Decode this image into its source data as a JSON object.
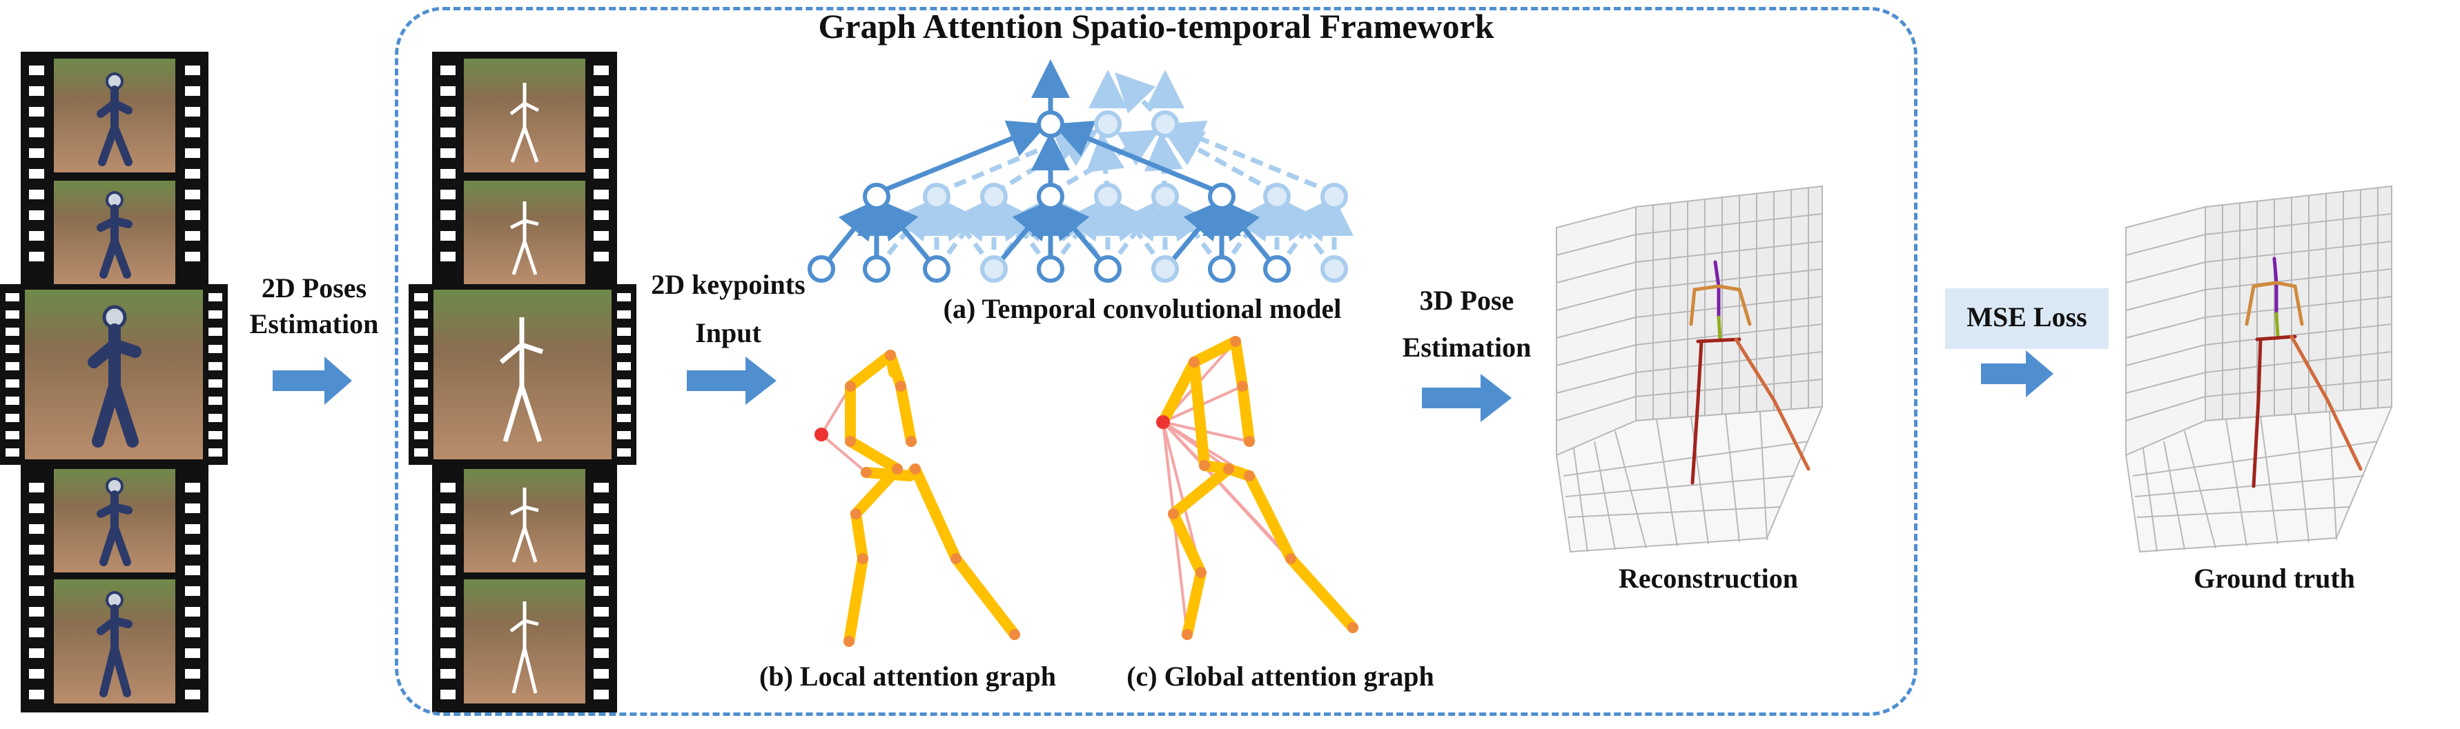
{
  "framework": {
    "title": "Graph Attention Spatio-temporal Framework"
  },
  "labels": {
    "poses_2d_line1": "2D Poses",
    "poses_2d_line2": "Estimation",
    "keypoints_line1": "2D keypoints",
    "keypoints_line2": "Input",
    "temporal_model": "(a) Temporal convolutional model",
    "local_graph": "(b) Local attention graph",
    "global_graph": "(c) Global attention graph",
    "pose3d_line1": "3D Pose",
    "pose3d_line2": "Estimation",
    "mse_loss": "MSE Loss",
    "reconstruction": "Reconstruction",
    "ground_truth": "Ground truth"
  },
  "colors": {
    "accent_blue": "#4f8fd0",
    "node_light": "#a9cdee",
    "skeleton_yellow": "#ffc000",
    "joint_orange": "#f08a3c",
    "attention_red": "#ee3333",
    "attention_pink": "#f4a6a6",
    "mse_box": "#dbe8f5"
  }
}
